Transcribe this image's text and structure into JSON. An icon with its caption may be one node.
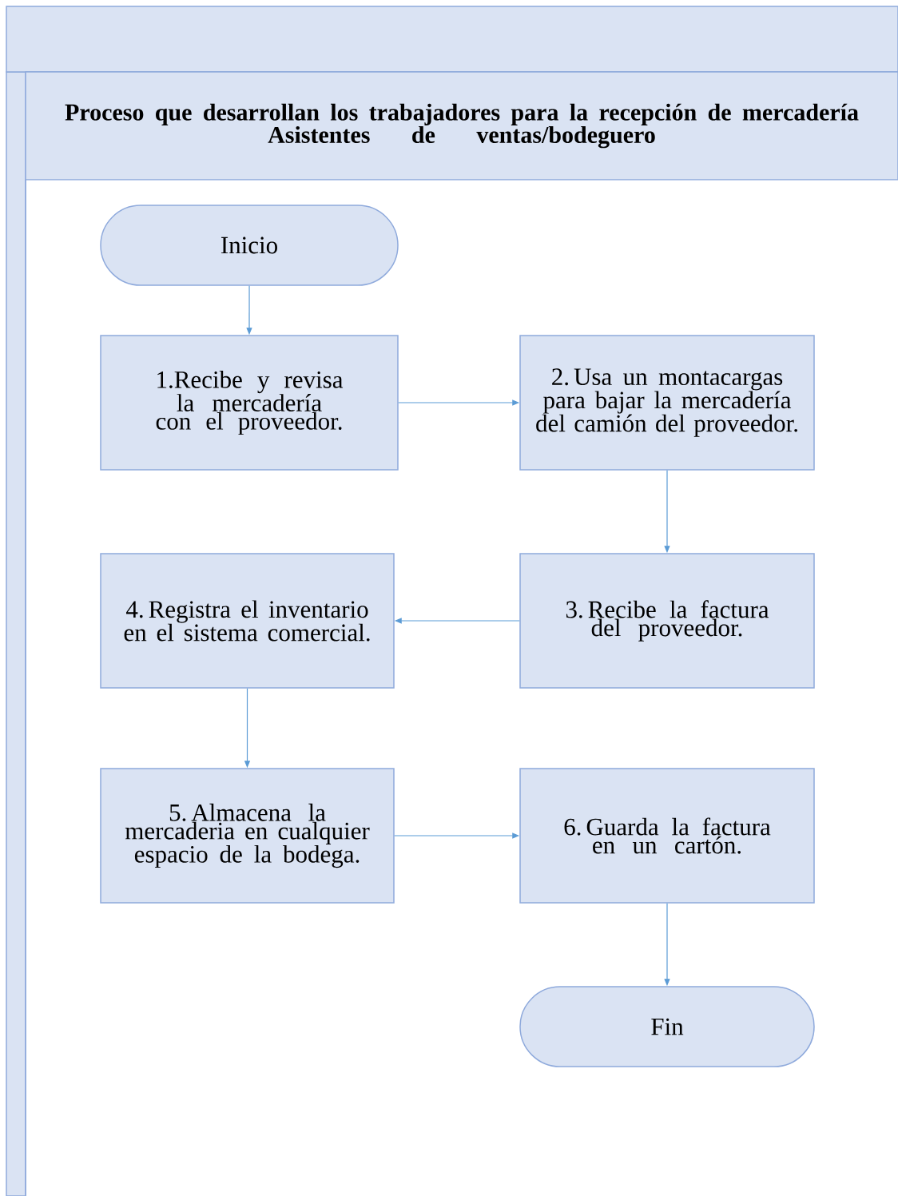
{
  "diagram": {
    "nodes": [
      {
        "text": [],
        "shape": "box"
      },
      {
        "text": [
          "Proceso que desarrollan los trabajadores para la recepción de mercadería",
          "Asistentes de ventas/bodeguero"
        ]
      },
      {
        "text": [
          "Inicio"
        ]
      },
      {
        "text": [
          "1.Recibe y revisa la mercadería con el proveedor."
        ]
      },
      {
        "text": [
          "2. Usa un montacargas para bajar la mercadería del camión del proveedor."
        ]
      },
      {
        "text": [
          "3. Recibe la factura del proveedor."
        ]
      },
      {
        "text": [
          "4. Registra el inventario en el sistema comercial."
        ]
      },
      {
        "text": [
          "5. Almacena la mercaderia en cualquier espacio de la bodega."
        ]
      },
      {
        "text": [
          "6. Guarda la factura en un cartón."
        ]
      },
      {
        "text": [
          "Fin"
        ]
      }
    ],
    "edges": [
      {
        "from": 2,
        "to": 3,
        "arrow": "to"
      },
      {
        "from": 3,
        "to": 4,
        "arrow": "to"
      },
      {
        "from": 4,
        "to": 5,
        "arrow": "to"
      },
      {
        "from": 5,
        "to": 6,
        "arrow": "to"
      },
      {
        "from": 6,
        "to": 7,
        "arrow": "to"
      },
      {
        "from": 7,
        "to": 8,
        "arrow": "to"
      },
      {
        "from": 8,
        "to": 9,
        "arrow": "to"
      }
    ]
  }
}
